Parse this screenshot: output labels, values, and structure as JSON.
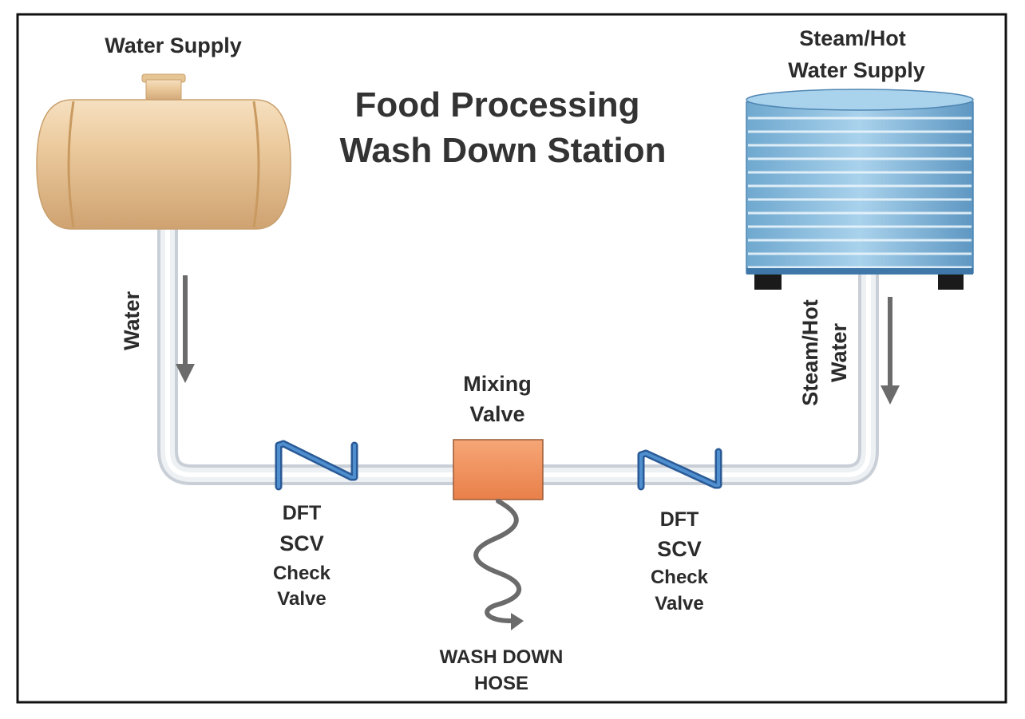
{
  "title": {
    "line1": "Food Processing",
    "line2": "Wash Down Station"
  },
  "water_supply": {
    "label": "Water Supply",
    "flow_label": "Water",
    "icon": "horizontal-tank-icon"
  },
  "steam_supply": {
    "label_line1": "Steam/Hot",
    "label_line2": "Water Supply",
    "flow_label_line1": "Steam/Hot",
    "flow_label_line2": "Water",
    "icon": "vertical-storage-tank-icon"
  },
  "mixing_valve": {
    "label_line1": "Mixing",
    "label_line2": "Valve",
    "color": "#f0905a"
  },
  "check_valve_left": {
    "line1": "DFT",
    "line2": "SCV",
    "line3": "Check",
    "line4": "Valve"
  },
  "check_valve_right": {
    "line1": "DFT",
    "line2": "SCV",
    "line3": "Check",
    "line4": "Valve"
  },
  "hose": {
    "line1": "WASH DOWN",
    "line2": "HOSE"
  },
  "colors": {
    "pipe": "#e4e8ec",
    "valve_blue": "#3a6fb0",
    "arrow": "#6b6b6b",
    "tank_tan": "#e8c79a",
    "tank_blue": "#8cbfe0"
  }
}
